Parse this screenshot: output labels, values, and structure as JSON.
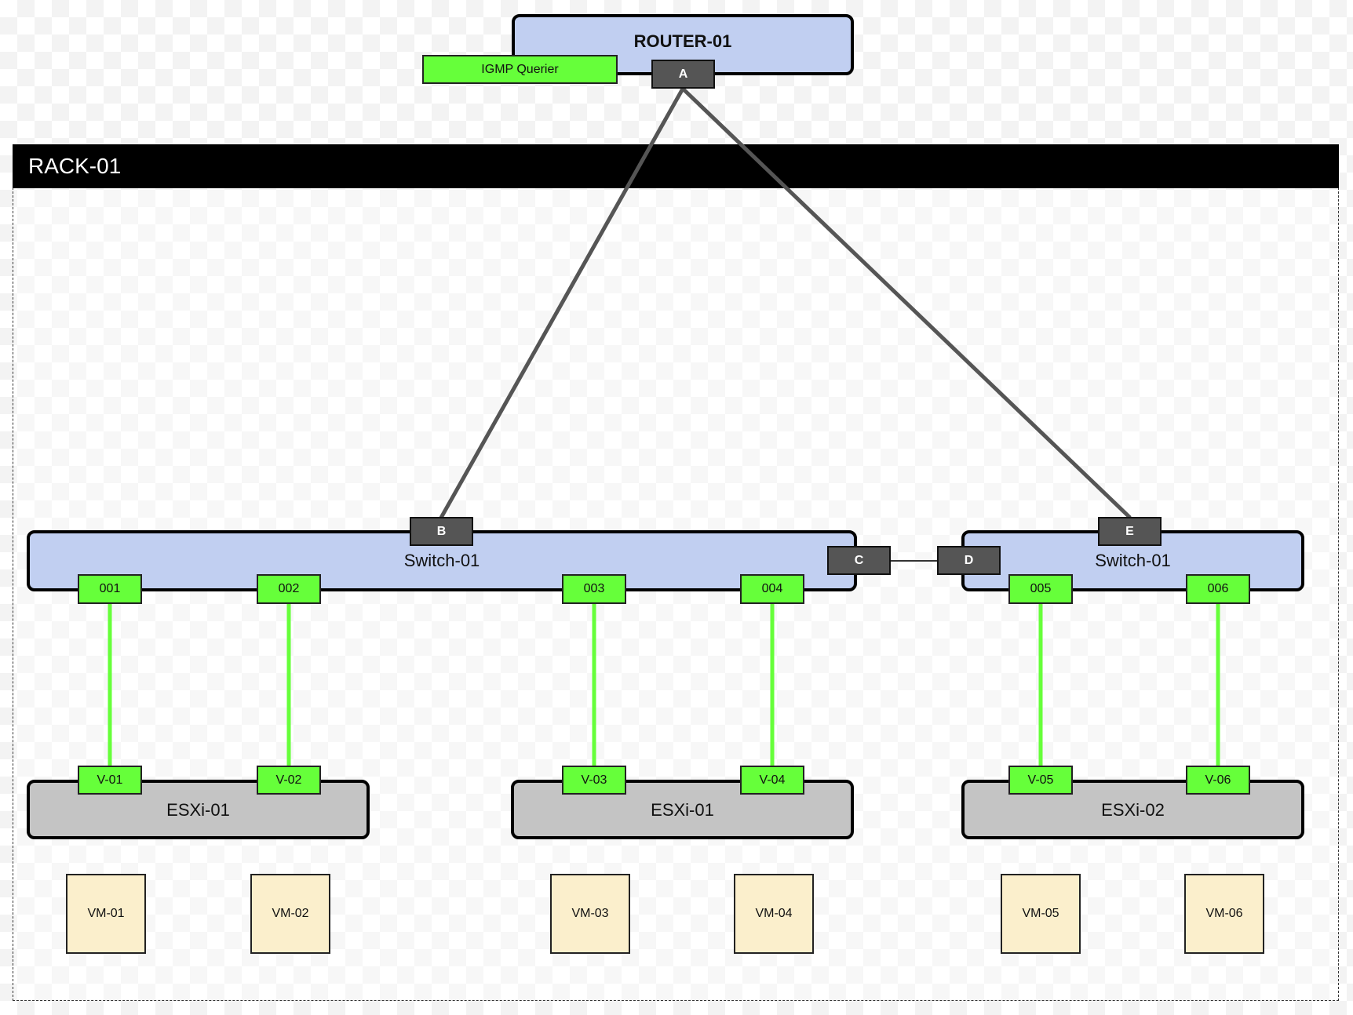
{
  "rack": {
    "title": "RACK-01"
  },
  "router": {
    "title": "ROUTER-01",
    "querier_label": "IGMP Querier",
    "port": "A"
  },
  "switches": [
    {
      "title": "Switch-01",
      "uplink_port": "B",
      "peer_port": "C",
      "ports": [
        "001",
        "002",
        "003",
        "004"
      ]
    },
    {
      "title": "Switch-01",
      "uplink_port": "E",
      "peer_port": "D",
      "ports": [
        "005",
        "006"
      ]
    }
  ],
  "hosts": [
    {
      "title": "ESXi-01",
      "vnics": [
        "V-01",
        "V-02"
      ]
    },
    {
      "title": "ESXi-01",
      "vnics": [
        "V-03",
        "V-04"
      ]
    },
    {
      "title": "ESXi-02",
      "vnics": [
        "V-05",
        "V-06"
      ]
    }
  ],
  "vms": [
    "VM-01",
    "VM-02",
    "VM-03",
    "VM-04",
    "VM-05",
    "VM-06"
  ],
  "colors": {
    "device_fill": "#c1cff1",
    "host_fill": "#c4c4c4",
    "port_dark": "#555555",
    "port_green": "#66ff3a",
    "vm_fill": "#fbefcc",
    "uplink_line": "#555555",
    "access_line": "#66ff3a"
  }
}
